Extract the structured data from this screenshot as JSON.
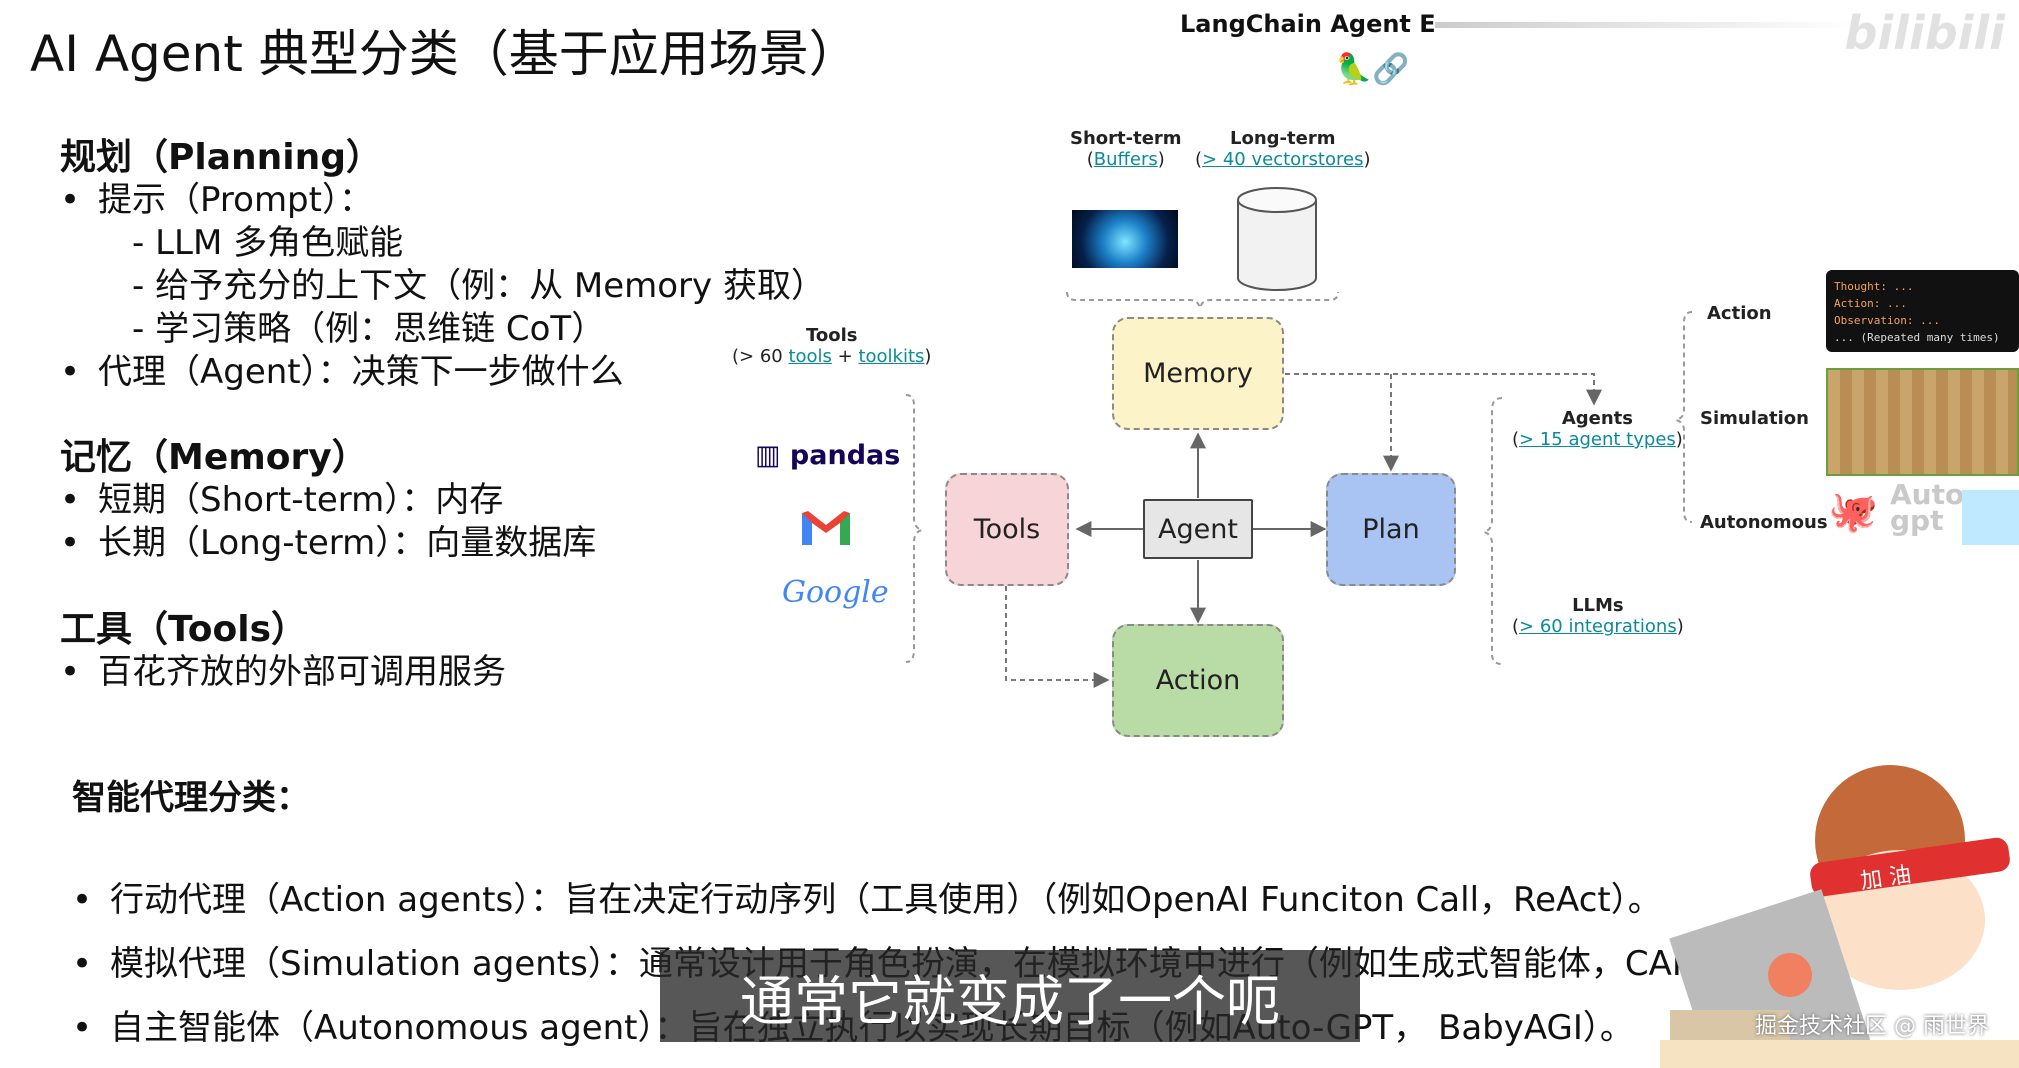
{
  "slide_title": "AI Agent 典型分类（基于应用场景）",
  "sections": {
    "planning": {
      "heading": "规划（Planning）",
      "prompt_item": "提示（Prompt）：",
      "sub_items": [
        "- LLM 多角色赋能",
        "- 给予充分的上下文（例：从 Memory 获取）",
        "- 学习策略（例：思维链 CoT）"
      ],
      "agent_item": "代理（Agent）：决策下一步做什么"
    },
    "memory": {
      "heading": "记忆（Memory）",
      "items": [
        "短期（Short-term）：内存",
        "长期（Long-term）：向量数据库"
      ]
    },
    "tools": {
      "heading": "工具（Tools）",
      "items": [
        "百花齐放的外部可调用服务"
      ]
    }
  },
  "bullet_char": "•",
  "diagram": {
    "title": "LangChain Agent E",
    "short_term": {
      "label": "Short-term",
      "link": "Buffers"
    },
    "long_term": {
      "label": "Long-term",
      "link": "> 40 vectorstores"
    },
    "tools_header": {
      "label": "Tools",
      "prefix": "(> 60 ",
      "link1": "tools",
      "plus": " + ",
      "link2": "toolkits",
      "suffix": ")"
    },
    "nodes": {
      "memory": "Memory",
      "tools": "Tools",
      "agent": "Agent",
      "plan": "Plan",
      "action": "Action"
    },
    "nodes_colors": {
      "memory": "#fdf3c8",
      "tools": "#f7d4d8",
      "agent": "#e6e6e6",
      "plan": "#a9c3f2",
      "action": "#b9dba6"
    },
    "logos": {
      "pandas": "pandas",
      "google": "Google"
    },
    "agents": {
      "label": "Agents",
      "link": "> 15 agent types"
    },
    "llms": {
      "label": "LLMs",
      "link": "> 60 integrations"
    },
    "agent_types": [
      "Action",
      "Simulation",
      "Autonomous"
    ],
    "terminal_lines": [
      "Thought: ...",
      "Action: ...",
      "Observation: ...",
      "... (Repeated many times)"
    ],
    "autogpt": "Auto gpt"
  },
  "classification": {
    "heading": "智能代理分类：",
    "items": [
      "行动代理（Action agents）：旨在决定行动序列（工具使用）（例如OpenAI Funciton Call，ReAct）。",
      "模拟代理（Simulation agents）：通常设计用于角色扮演，在模拟环境中进行（例如生成式智能体，CAM",
      "自主智能体（Autonomous agent）：旨在独立执行以实现长期目标（例如Auto-GPT， BabyAGI）。"
    ]
  },
  "video_subtitle": "通常它就变成了一个呃",
  "watermark": {
    "top": "bilibili",
    "bottom": "掘金技术社区 @ 雨世界"
  },
  "cartoon_headband": "加 油"
}
